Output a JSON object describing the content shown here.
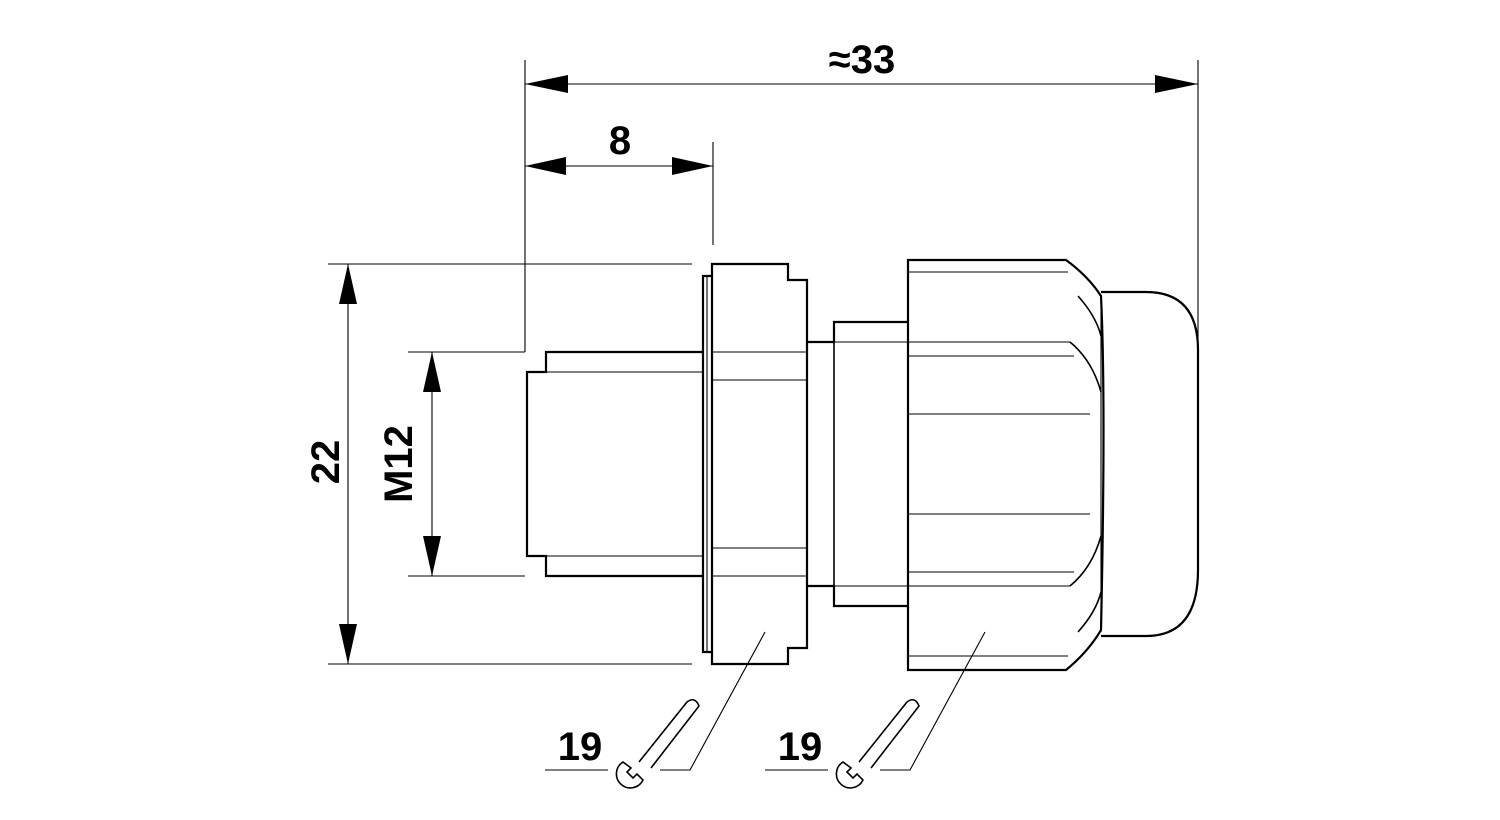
{
  "dimensions": {
    "overall_length": "≈33",
    "thread_length": "8",
    "outer_height": "22",
    "thread_size": "M12"
  },
  "wrench_sizes": {
    "nut_left": "19",
    "nut_right": "19"
  },
  "icons": {
    "wrench": "wrench-icon"
  }
}
